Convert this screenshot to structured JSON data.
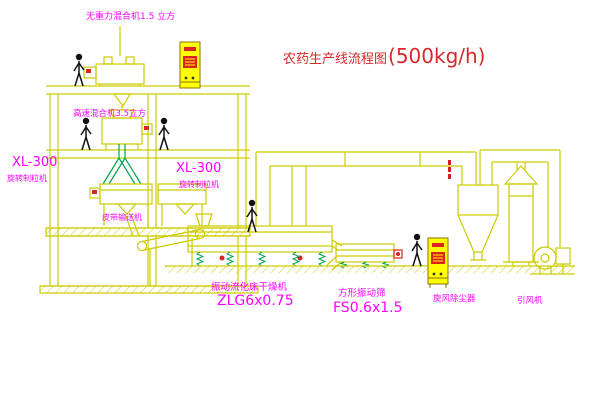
{
  "title": {
    "prefix": "农药生产线流程图",
    "capacity": "(500kg/h)"
  },
  "labels": {
    "top_mixer": "无重力混合机1.5 立方",
    "high_speed_mixer": "高速混合机3.5立方",
    "granulator_left_model": "XL-300",
    "granulator_left_name": "旋转制粒机",
    "granulator_mid_model": "XL-300",
    "granulator_mid_name": "旋转制粒机",
    "belt_conveyor": "皮带输送机",
    "dryer_name": "振动流化床干燥机",
    "dryer_model": "ZLG6x0.75",
    "sieve_name": "方形振动筛",
    "sieve_model": "FS0.6x1.5",
    "cyclone_label": "旋风除尘器",
    "fan_label": "引风机"
  },
  "colors": {
    "line_yellow": "#cccc00",
    "accent_green": "#00a550",
    "label_magenta": "#ff00ff",
    "title_red": "#d42a2a",
    "cabinet_yellow": "#ffff00",
    "accent_red": "#dd2222",
    "figure_black": "#111111"
  }
}
